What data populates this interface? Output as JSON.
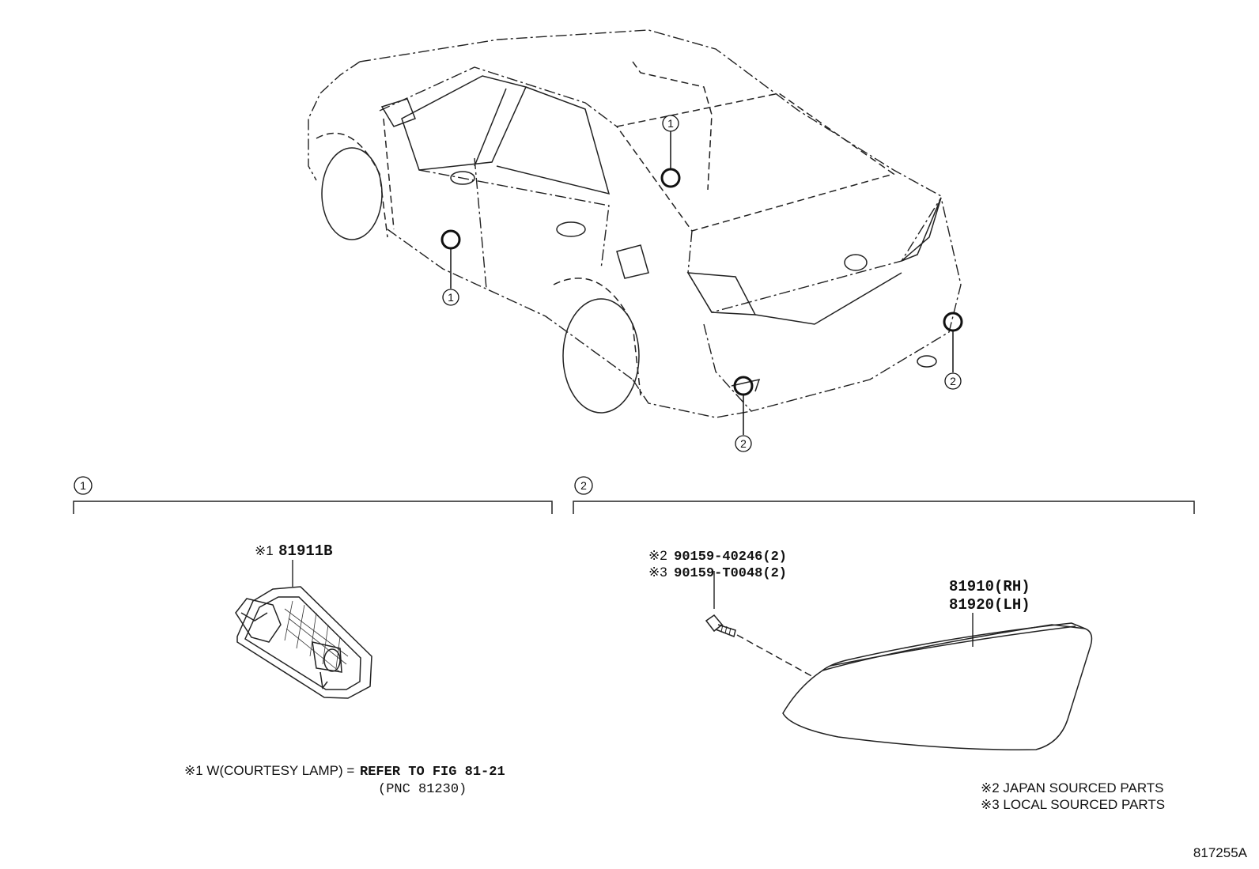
{
  "diagram_id": "817255A",
  "callout_labels": {
    "one": "1",
    "two": "2"
  },
  "sections": {
    "left": {
      "number": "1"
    },
    "right": {
      "number": "2"
    }
  },
  "parts": {
    "courtesy_lamp": {
      "prefix": "※1",
      "number": "81911B"
    },
    "screw_japan": {
      "prefix": "※2",
      "number": "90159-40246(2)"
    },
    "screw_local": {
      "prefix": "※3",
      "number": "90159-T0048(2)"
    },
    "reflector_rh": {
      "number": "81910(RH)"
    },
    "reflector_lh": {
      "number": "81920(LH)"
    }
  },
  "notes": {
    "note1_prefix": "※1 W(COURTESY LAMP) = ",
    "note1_ref": "REFER TO FIG 81-21",
    "note1_pnc": "(PNC 81230)",
    "note2": "※2 JAPAN SOURCED PARTS",
    "note3": "※3 LOCAL SOURCED PARTS"
  },
  "colors": {
    "line": "#222222",
    "background": "#ffffff"
  }
}
